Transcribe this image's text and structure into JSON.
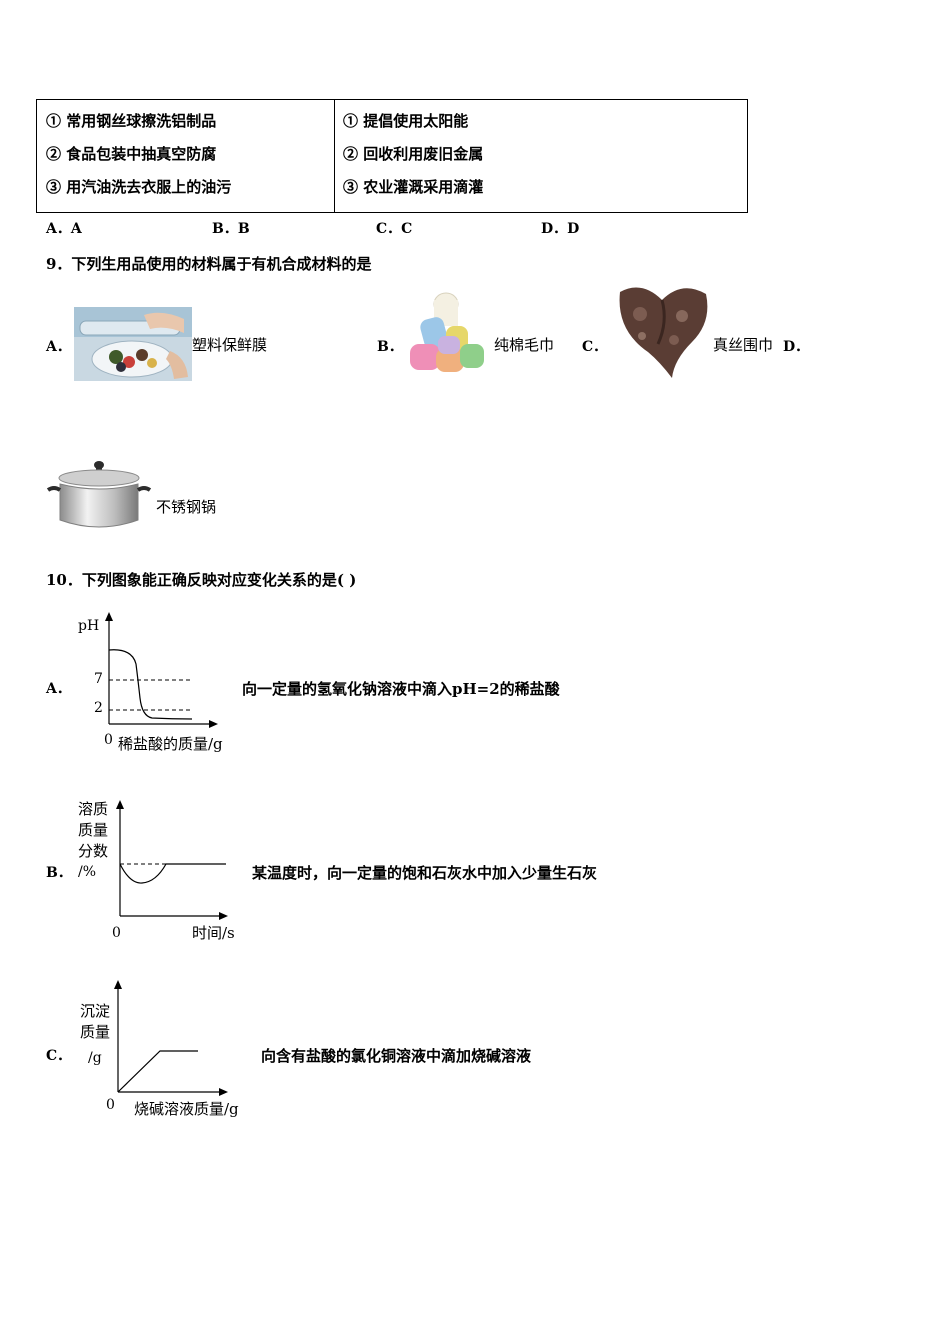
{
  "q8": {
    "left_items": [
      "① 常用钢丝球擦洗铝制品",
      "② 食品包装中抽真空防腐",
      "③ 用汽油洗去衣服上的油污"
    ],
    "right_items": [
      "① 提倡使用太阳能",
      "② 回收利用废旧金属",
      "③ 农业灌溉采用滴灌"
    ],
    "options": [
      {
        "letter": "A．",
        "text": "A"
      },
      {
        "letter": "B．",
        "text": "B"
      },
      {
        "letter": "C．",
        "text": "C"
      },
      {
        "letter": "D．",
        "text": "D"
      }
    ]
  },
  "q9": {
    "stem": "9．下列生用品使用的材料属于有机合成材料的是",
    "options": [
      {
        "letter": "A．",
        "caption": "塑料保鲜膜",
        "icon": "plastic-wrap-image"
      },
      {
        "letter": "B．",
        "caption": "纯棉毛巾",
        "icon": "towels-image"
      },
      {
        "letter": "C．",
        "caption": "真丝围巾",
        "icon": "silk-scarf-image"
      },
      {
        "letter": "D．",
        "caption": "不锈钢锅",
        "icon": "steel-pot-image"
      }
    ]
  },
  "q10": {
    "stem": "10．下列图象能正确反映对应变化关系的是(    )",
    "options": [
      {
        "letter": "A．",
        "description": "向一定量的氢氧化钠溶液中滴入pH=2的稀盐酸",
        "graph": {
          "ylabel": "pH",
          "tick_7": "7",
          "tick_2": "2",
          "origin": "0",
          "xlabel": "稀盐酸的质量/g"
        }
      },
      {
        "letter": "B．",
        "description": "某温度时，向一定量的饱和石灰水中加入少量生石灰",
        "graph": {
          "ylabel_lines": [
            "溶质",
            "质量",
            "分数",
            "/%"
          ],
          "origin": "0",
          "xlabel": "时间/s"
        }
      },
      {
        "letter": "C．",
        "description": "向含有盐酸的氯化铜溶液中滴加烧碱溶液",
        "graph": {
          "ylabel_lines": [
            "沉淀",
            "质量",
            "/g"
          ],
          "origin": "0",
          "xlabel": "烧碱溶液质量/g"
        }
      }
    ]
  }
}
